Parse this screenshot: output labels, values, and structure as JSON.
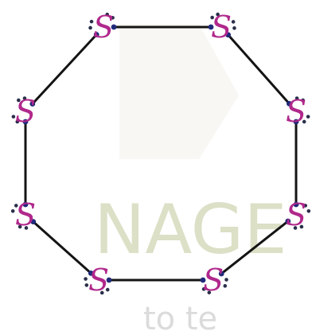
{
  "molecule": {
    "atom_symbol": "S",
    "ring_size": 8
  },
  "watermark": {
    "brand": "NAGE",
    "tagline": "to te",
    "color": "#cfd6b4"
  },
  "colors": {
    "atom_label": "#b0288c",
    "bond_line": "#141414",
    "bonding_electron": "#1f2a7a",
    "lone_pair_electron": "#2a2f4a"
  }
}
